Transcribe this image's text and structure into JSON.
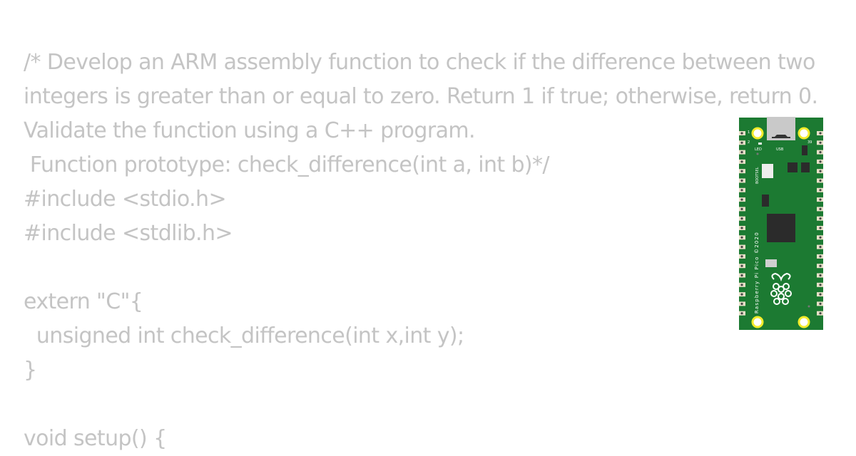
{
  "code_lines": [
    "/* Develop an ARM assembly function to check if the difference between two",
    "integers is greater than or equal to zero. Return 1 if true; otherwise, return 0.",
    "Validate the function using a C++ program.",
    " Function prototype: check_difference(int a, int b)*/",
    "#include <stdio.h>",
    "#include <stdlib.h>",
    "",
    "extern \"C\"{",
    "  unsigned int check_difference(int x,int y);",
    "}",
    "",
    "void setup() {"
  ],
  "board": {
    "name": "Raspberry Pi Pico ©2020",
    "labels": {
      "led": "LED",
      "usb": "USB",
      "bootsel": "BOOTSEL",
      "pin1": "1",
      "pin2": "2",
      "pin39": "39"
    },
    "colors": {
      "pcb": "#1c7a32",
      "pad": "#e8e0c8",
      "mount_hole": "#f2ec2a",
      "chip": "#2b2b2b",
      "code_text": "#c4c4c4"
    }
  }
}
